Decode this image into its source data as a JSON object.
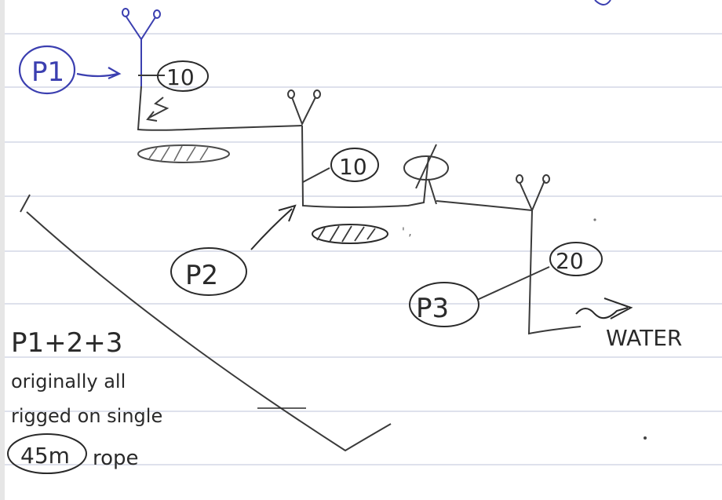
{
  "pitches": {
    "p1": {
      "label": "P1",
      "distance": "10"
    },
    "p2": {
      "label": "P2",
      "distance": "10"
    },
    "p3": {
      "label": "P3",
      "distance": "20"
    }
  },
  "water_label": "WATER",
  "note": {
    "line1": "P1+2+3",
    "line2": "originally all",
    "line3": "rigged on single",
    "rope_length": "45m",
    "rope_word": "rope"
  },
  "colors": {
    "paper": "#ffffff",
    "rule_line": "#c9cfe0",
    "ink_dark": "#2a2a2a",
    "ink_blue": "#3b3fb0"
  }
}
